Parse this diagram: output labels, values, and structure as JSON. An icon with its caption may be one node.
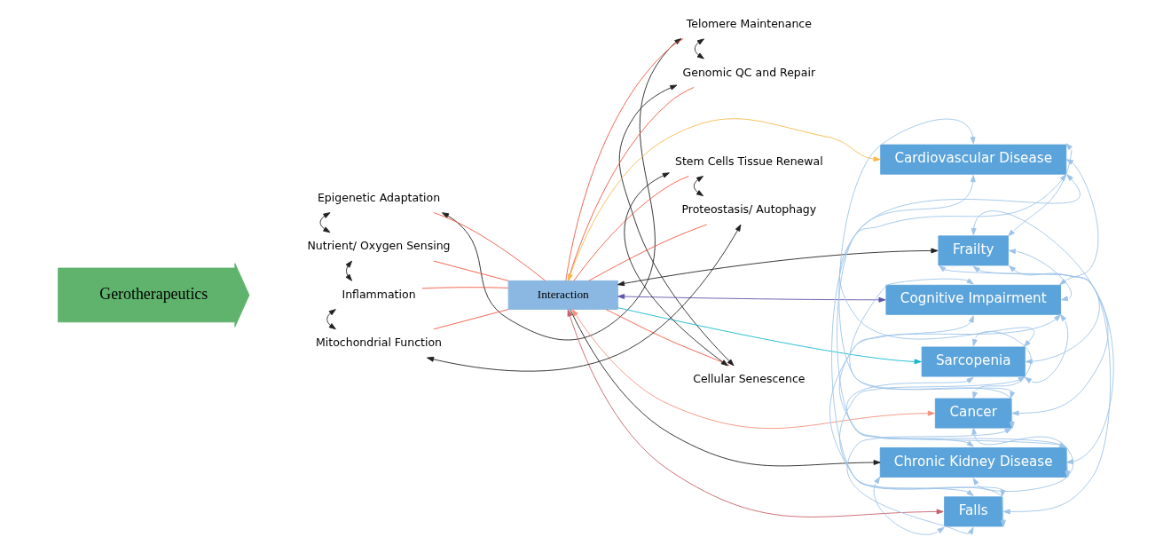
{
  "diagram": {
    "nodes": [
      {
        "text": [
          "Gerotherapeutics"
        ]
      },
      {
        "text": [
          "Epigenetic Adaptation"
        ]
      },
      {
        "text": [
          "Telomere Maintenance"
        ]
      },
      {
        "text": [
          "Genomic QC and Repair"
        ]
      },
      {
        "text": [
          "Nutrient/ Oxygen Sensing"
        ]
      },
      {
        "text": [
          "Interaction"
        ]
      },
      {
        "text": [
          "Cellular Senescence"
        ]
      },
      {
        "text": [
          "Stem Cells Tissue Renewal"
        ]
      },
      {
        "text": [
          "Inflammation"
        ]
      },
      {
        "text": [
          "Mitochondrial Function"
        ]
      },
      {
        "text": [
          "Proteostasis/ Autophagy"
        ]
      },
      {
        "text": [
          "Cardiovascular Disease"
        ]
      },
      {
        "text": [
          "Frailty"
        ]
      },
      {
        "text": [
          "Cognitive Impairment"
        ]
      },
      {
        "text": [
          "Sarcopenia"
        ]
      },
      {
        "text": [
          "Cancer"
        ]
      },
      {
        "text": [
          "Chronic Kidney Disease"
        ]
      },
      {
        "text": [
          "Falls"
        ]
      }
    ],
    "edges": [
      {
        "from": 1,
        "to": 2,
        "arrow": "both",
        "color": "#222222"
      },
      {
        "from": 2,
        "to": 3,
        "arrow": "both",
        "color": "#222222"
      },
      {
        "from": 3,
        "to": 6,
        "arrow": "both",
        "color": "#222222"
      },
      {
        "from": 6,
        "to": 7,
        "arrow": "both",
        "color": "#222222"
      },
      {
        "from": 7,
        "to": 10,
        "arrow": "both",
        "color": "#222222"
      },
      {
        "from": 10,
        "to": 9,
        "arrow": "both",
        "color": "#222222"
      },
      {
        "from": 9,
        "to": 8,
        "arrow": "both",
        "color": "#222222"
      },
      {
        "from": 8,
        "to": 4,
        "arrow": "both",
        "color": "#222222"
      },
      {
        "from": 4,
        "to": 1,
        "arrow": "both",
        "color": "#222222"
      },
      {
        "from": 5,
        "to": 1,
        "arrow": "none",
        "color": "#f0573f"
      },
      {
        "from": 5,
        "to": 2,
        "arrow": "none",
        "color": "#f0573f"
      },
      {
        "from": 5,
        "to": 3,
        "arrow": "none",
        "color": "#f0573f"
      },
      {
        "from": 5,
        "to": 4,
        "arrow": "none",
        "color": "#f0573f"
      },
      {
        "from": 5,
        "to": 6,
        "arrow": "none",
        "color": "#f0573f"
      },
      {
        "from": 5,
        "to": 7,
        "arrow": "none",
        "color": "#f0573f"
      },
      {
        "from": 5,
        "to": 8,
        "arrow": "none",
        "color": "#f0573f"
      },
      {
        "from": 5,
        "to": 9,
        "arrow": "none",
        "color": "#f0573f"
      },
      {
        "from": 5,
        "to": 10,
        "arrow": "none",
        "color": "#f0573f"
      },
      {
        "from": 5,
        "to": 11,
        "arrow": "both",
        "color": "#f7b84b"
      },
      {
        "from": 5,
        "to": 12,
        "arrow": "both",
        "color": "#222222"
      },
      {
        "from": 5,
        "to": 13,
        "arrow": "both",
        "color": "#5f55a8"
      },
      {
        "from": 5,
        "to": 14,
        "arrow": "to",
        "color": "#13b8cc"
      },
      {
        "from": 5,
        "to": 15,
        "arrow": "both",
        "color": "#f4907a"
      },
      {
        "from": 5,
        "to": 16,
        "arrow": "to",
        "color": "#222222"
      },
      {
        "from": 5,
        "to": 17,
        "arrow": "both",
        "color": "#c8606a"
      },
      {
        "from": 11,
        "to": 12,
        "arrow": "both",
        "color": "#9dc3e9"
      },
      {
        "from": 11,
        "to": 13,
        "arrow": "both",
        "color": "#9dc3e9"
      },
      {
        "from": 11,
        "to": 14,
        "arrow": "both",
        "color": "#9dc3e9"
      },
      {
        "from": 11,
        "to": 15,
        "arrow": "both",
        "color": "#9dc3e9"
      },
      {
        "from": 11,
        "to": 16,
        "arrow": "both",
        "color": "#9dc3e9"
      },
      {
        "from": 11,
        "to": 17,
        "arrow": "both",
        "color": "#9dc3e9"
      },
      {
        "from": 12,
        "to": 13,
        "arrow": "both",
        "color": "#9dc3e9"
      },
      {
        "from": 12,
        "to": 14,
        "arrow": "both",
        "color": "#9dc3e9"
      },
      {
        "from": 12,
        "to": 15,
        "arrow": "both",
        "color": "#9dc3e9"
      },
      {
        "from": 12,
        "to": 16,
        "arrow": "both",
        "color": "#9dc3e9"
      },
      {
        "from": 12,
        "to": 17,
        "arrow": "both",
        "color": "#9dc3e9"
      },
      {
        "from": 13,
        "to": 14,
        "arrow": "both",
        "color": "#9dc3e9"
      },
      {
        "from": 13,
        "to": 15,
        "arrow": "both",
        "color": "#9dc3e9"
      },
      {
        "from": 13,
        "to": 16,
        "arrow": "both",
        "color": "#9dc3e9"
      },
      {
        "from": 13,
        "to": 17,
        "arrow": "both",
        "color": "#9dc3e9"
      },
      {
        "from": 14,
        "to": 15,
        "arrow": "both",
        "color": "#9dc3e9"
      },
      {
        "from": 14,
        "to": 16,
        "arrow": "both",
        "color": "#9dc3e9"
      },
      {
        "from": 14,
        "to": 17,
        "arrow": "both",
        "color": "#9dc3e9"
      },
      {
        "from": 15,
        "to": 16,
        "arrow": "both",
        "color": "#9dc3e9"
      },
      {
        "from": 15,
        "to": 17,
        "arrow": "both",
        "color": "#9dc3e9"
      },
      {
        "from": 16,
        "to": 17,
        "arrow": "both",
        "color": "#9dc3e9"
      }
    ]
  }
}
